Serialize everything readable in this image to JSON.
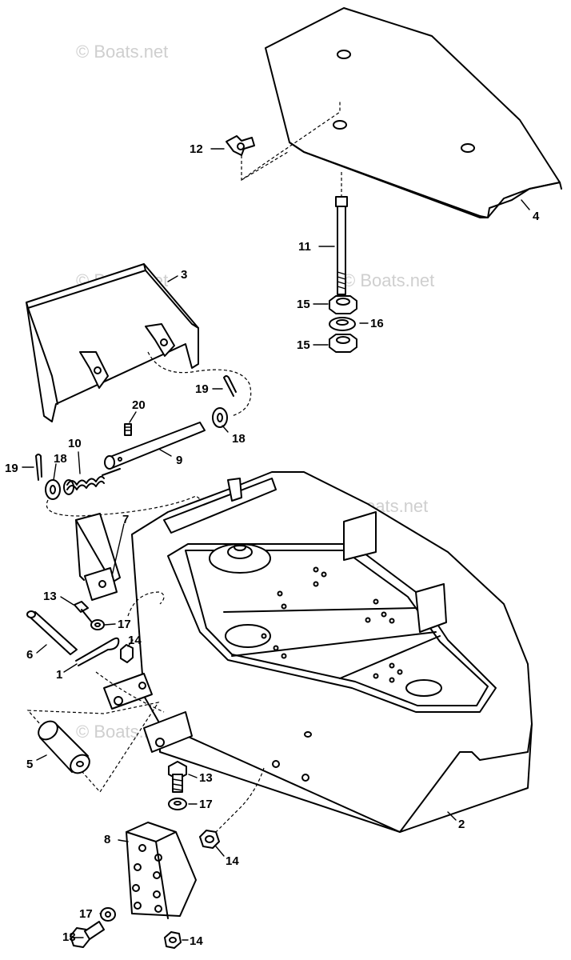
{
  "watermark": "© Boats.net",
  "callouts": {
    "c1": "1",
    "c2": "2",
    "c3": "3",
    "c4": "4",
    "c5": "5",
    "c6": "6",
    "c7": "7",
    "c8": "8",
    "c9": "9",
    "c10": "10",
    "c11": "11",
    "c12": "12",
    "c13a": "13",
    "c13b": "13",
    "c13c": "13",
    "c14a": "14",
    "c14b": "14",
    "c14c": "14",
    "c15a": "15",
    "c15b": "15",
    "c16": "16",
    "c17a": "17",
    "c17b": "17",
    "c17c": "17",
    "c18a": "18",
    "c18b": "18",
    "c19a": "19",
    "c19b": "19",
    "c20": "20"
  }
}
